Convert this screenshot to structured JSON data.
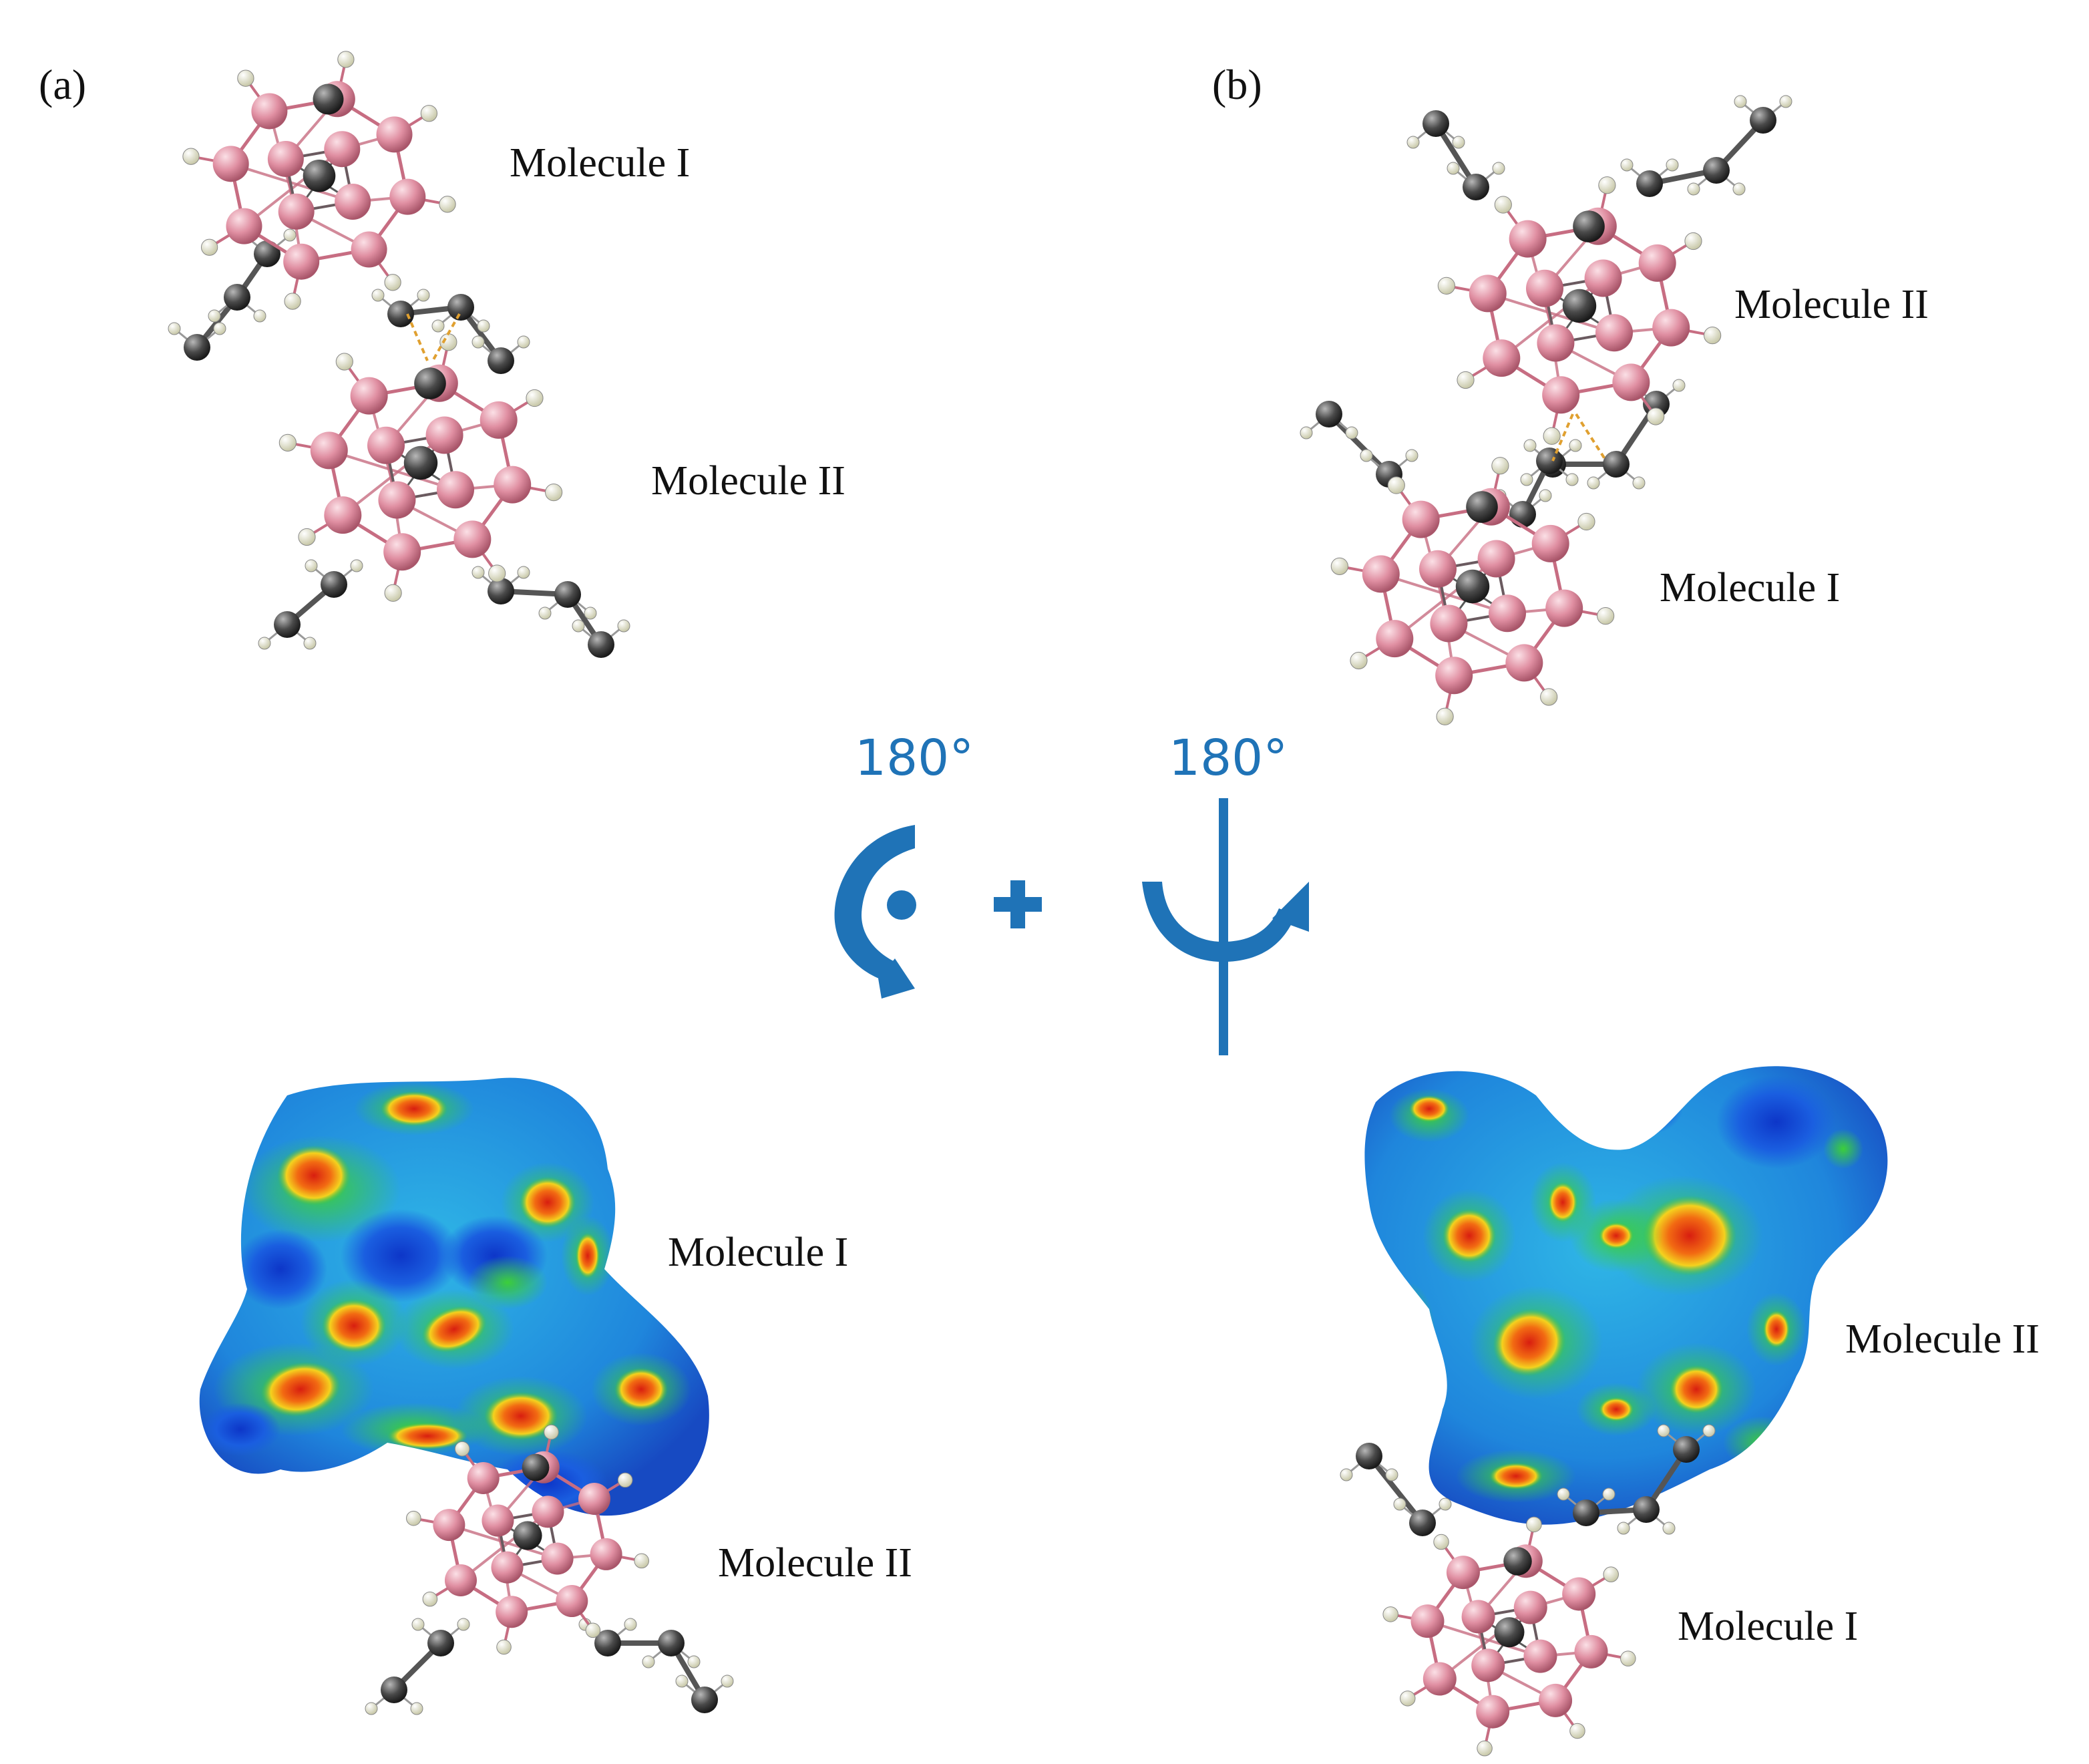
{
  "panels": {
    "a": {
      "label": "(a)",
      "top_molecule_1": "Molecule I",
      "top_molecule_2": "Molecule II",
      "bottom_molecule_1": "Molecule I",
      "bottom_molecule_2": "Molecule II"
    },
    "b": {
      "label": "(b)",
      "top_molecule_1": "Molecule II",
      "top_molecule_2": "Molecule I",
      "bottom_molecule_1": "Molecule II",
      "bottom_molecule_2": "Molecule I"
    }
  },
  "rotation": {
    "in_plane_angle": "180°",
    "vertical_axis_angle": "180°",
    "color": "#1f73b7"
  },
  "colors": {
    "boron": "#d98a9c",
    "carbon": "#4a4a4a",
    "hydrogen": "#f4f4e8",
    "bond_pink": "#c76d82",
    "interaction": "#e0a030",
    "surface_blue": "#1d4fd6",
    "surface_cyan": "#18b0e0",
    "surface_green": "#38c23a",
    "surface_red": "#e23a12",
    "surface_orange": "#f07c10"
  },
  "icons": {
    "in_plane": "rotate-in-plane-icon",
    "axis": "rotate-vertical-axis-icon",
    "plus": "plus-icon"
  }
}
